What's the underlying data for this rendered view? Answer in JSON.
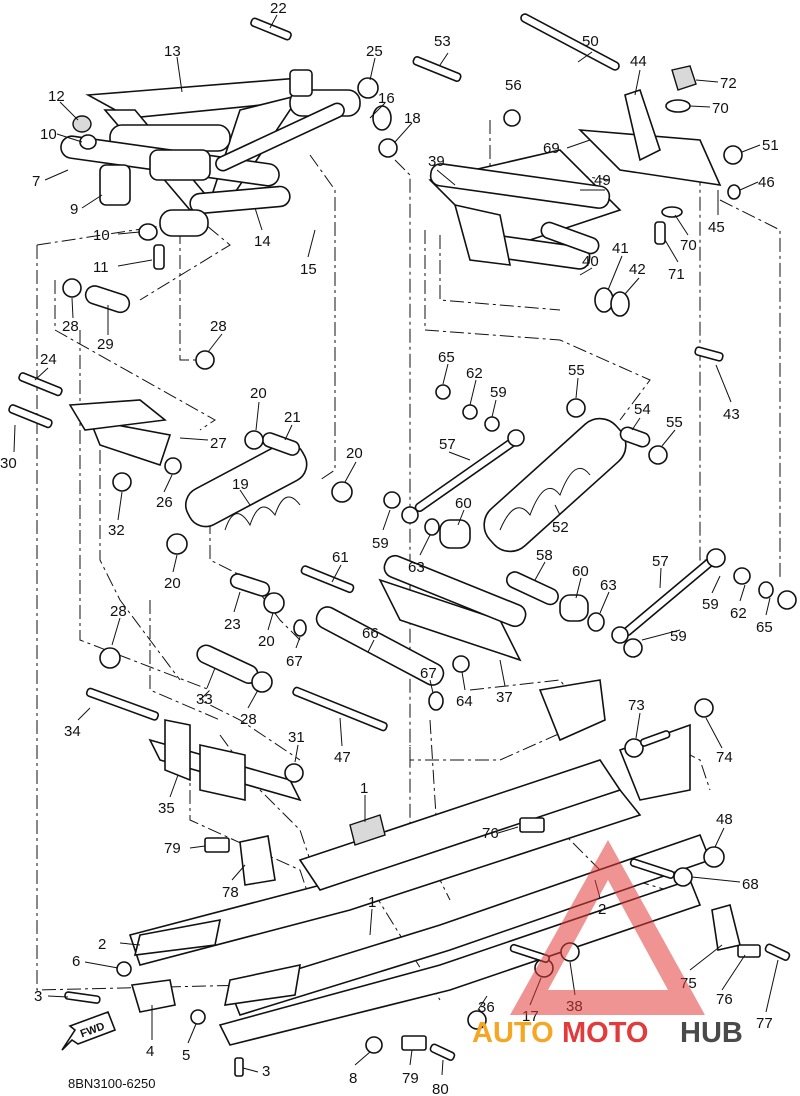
{
  "diagram_code": "8BN3100-6250",
  "fwd_label": "FWD",
  "watermark": {
    "part1": "AUTO",
    "part2": "MOTO",
    "part3": "HUB",
    "color_light": "#f5a623",
    "color_red": "#e23b3b",
    "color_dark": "#4a4a4a"
  },
  "callouts": {
    "c1a": "1",
    "c1b": "1",
    "c2a": "2",
    "c2b": "2",
    "c3a": "3",
    "c3b": "3",
    "c4": "4",
    "c5": "5",
    "c6": "6",
    "c7": "7",
    "c8": "8",
    "c9": "9",
    "c10a": "10",
    "c10b": "10",
    "c11": "11",
    "c12": "12",
    "c13": "13",
    "c14": "14",
    "c15": "15",
    "c16": "16",
    "c17": "17",
    "c18": "18",
    "c19": "19",
    "c20a": "20",
    "c20b": "20",
    "c20c": "20",
    "c20d": "20",
    "c21": "21",
    "c22": "22",
    "c23": "23",
    "c24": "24",
    "c25": "25",
    "c26": "26",
    "c27": "27",
    "c28a": "28",
    "c28b": "28",
    "c28c": "28",
    "c28d": "28",
    "c29": "29",
    "c30": "30",
    "c31": "31",
    "c32": "32",
    "c33": "33",
    "c34": "34",
    "c35": "35",
    "c36": "36",
    "c37": "37",
    "c38": "38",
    "c39": "39",
    "c40": "40",
    "c41": "41",
    "c42": "42",
    "c43": "43",
    "c44": "44",
    "c45": "45",
    "c46": "46",
    "c47": "47",
    "c48": "48",
    "c49": "49",
    "c50": "50",
    "c51": "51",
    "c52": "52",
    "c53": "53",
    "c54": "54",
    "c55a": "55",
    "c55b": "55",
    "c56": "56",
    "c57a": "57",
    "c57b": "57",
    "c58": "58",
    "c59a": "59",
    "c59b": "59",
    "c59c": "59",
    "c59d": "59",
    "c60a": "60",
    "c60b": "60",
    "c61": "61",
    "c62a": "62",
    "c62b": "62",
    "c63a": "63",
    "c63b": "63",
    "c64": "64",
    "c65a": "65",
    "c65b": "65",
    "c66": "66",
    "c67a": "67",
    "c67b": "67",
    "c68": "68",
    "c69": "69",
    "c70a": "70",
    "c70b": "70",
    "c71": "71",
    "c72": "72",
    "c73": "73",
    "c74": "74",
    "c75": "75",
    "c76a": "76",
    "c76b": "76",
    "c77": "77",
    "c78": "78",
    "c79a": "79",
    "c79b": "79",
    "c80": "80"
  }
}
